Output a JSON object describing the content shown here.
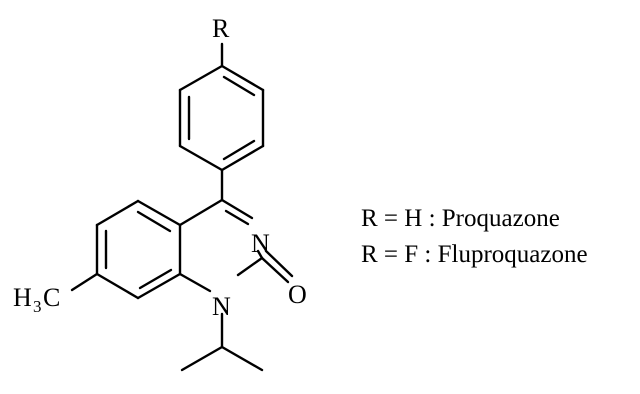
{
  "structure": {
    "atoms": {
      "r_group": "R",
      "n3": "N",
      "n1": "N",
      "oxygen": "O",
      "methyl_h": "H",
      "methyl_sub": "3",
      "methyl_c": "C"
    }
  },
  "legend": {
    "lines": [
      "R = H : Proquazone",
      "R = F : Fluproquazone"
    ]
  }
}
